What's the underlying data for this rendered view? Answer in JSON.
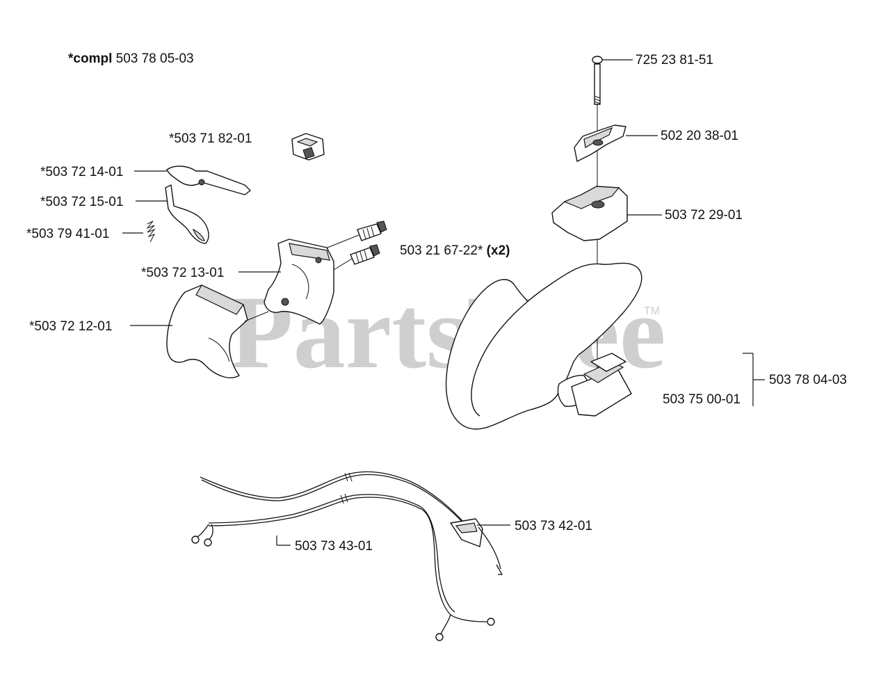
{
  "watermark": {
    "text": "PartsTree",
    "tm": "TM"
  },
  "header": {
    "compl_bold": "*compl",
    "compl_number": "503 78 05-03"
  },
  "labels": {
    "p725238151": "725 23 81-51",
    "p502203801": "502 20 38-01",
    "p503722901": "503 72 29-01",
    "p503718201": "*503 71 82-01",
    "p503721401": "*503 72 14-01",
    "p503721501": "*503 72 15-01",
    "p503794101": "*503 79 41-01",
    "p503721301": "*503 72 13-01",
    "p503721201": "*503 72 12-01",
    "p503216722": "503 21 67-22*",
    "p503216722_qty": "(x2)",
    "p503780403": "503 78 04-03",
    "p503750001": "503 75 00-01",
    "p503734201": "503 73 42-01",
    "p503734301": "503 73 43-01"
  }
}
